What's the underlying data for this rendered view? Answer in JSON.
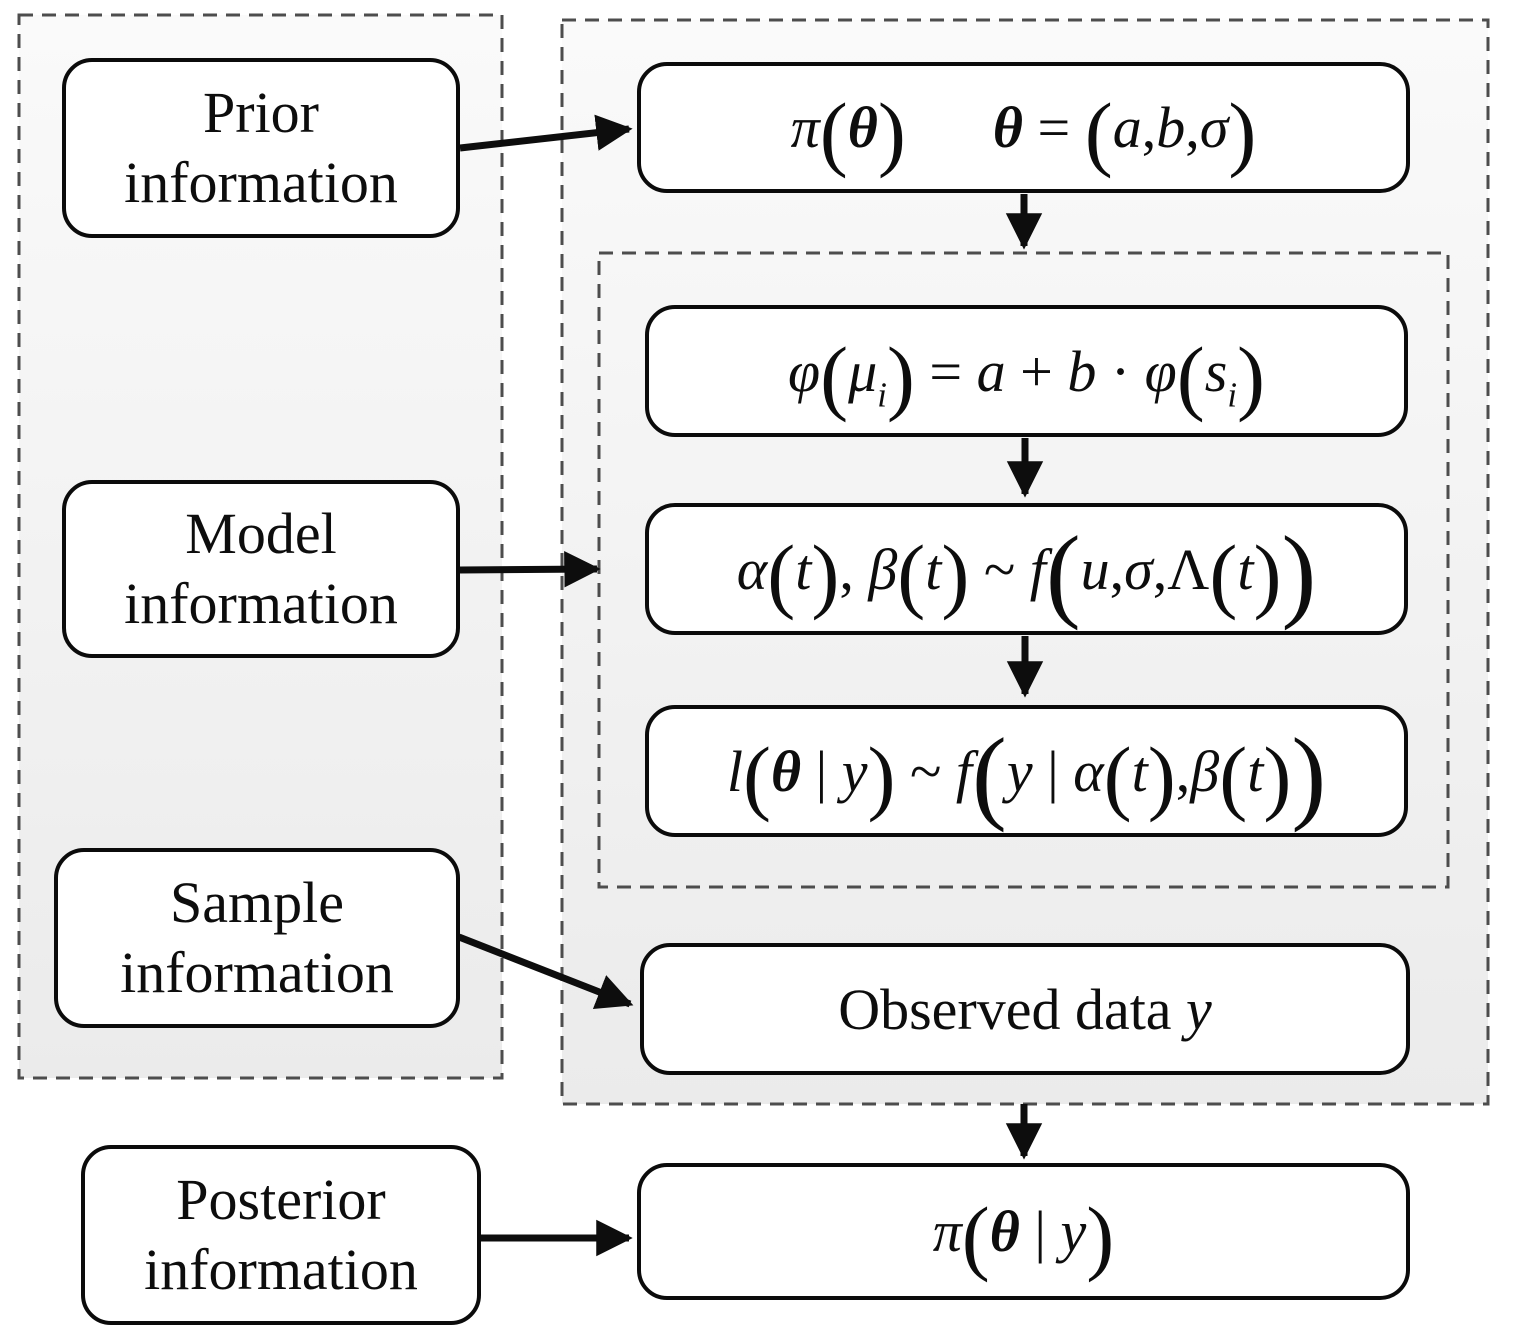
{
  "diagram": {
    "colors": {
      "box-border": "#0b0b0b",
      "dash-border": "#4d4d4d",
      "arrow": "#0d0d0d",
      "text": "#0d0d0d",
      "fill-top": "#fafafa",
      "fill-bottom": "#ebebeb"
    },
    "left_group": {
      "prior_label": "Prior information",
      "model_label": "Model information",
      "sample_label": "Sample information"
    },
    "posterior_label": "Posterior information",
    "right_group": {
      "prior_distribution": [
        {
          "t": "π",
          "s": "i"
        },
        {
          "t": "(",
          "s": "p"
        },
        {
          "t": "θ",
          "s": "bi"
        },
        {
          "t": ")",
          "s": "p"
        },
        {
          "t": "      ",
          "s": "r"
        },
        {
          "t": "θ",
          "s": "bi"
        },
        {
          "t": " = ",
          "s": "r"
        },
        {
          "t": "(",
          "s": "p"
        },
        {
          "t": "a",
          "s": "i"
        },
        {
          "t": ",",
          "s": "r"
        },
        {
          "t": "b",
          "s": "i"
        },
        {
          "t": ",",
          "s": "r"
        },
        {
          "t": "σ",
          "s": "i"
        },
        {
          "t": ")",
          "s": "p"
        }
      ],
      "link_function": [
        {
          "t": "φ",
          "s": "i"
        },
        {
          "t": "(",
          "s": "p"
        },
        {
          "t": "μ",
          "s": "i"
        },
        {
          "t": "i",
          "s": "sub"
        },
        {
          "t": ")",
          "s": "p"
        },
        {
          "t": " = ",
          "s": "r"
        },
        {
          "t": "a",
          "s": "i"
        },
        {
          "t": " + ",
          "s": "r"
        },
        {
          "t": "b",
          "s": "i"
        },
        {
          "t": " · ",
          "s": "r"
        },
        {
          "t": "φ",
          "s": "i"
        },
        {
          "t": "(",
          "s": "p"
        },
        {
          "t": "s",
          "s": "i"
        },
        {
          "t": "i",
          "s": "sub"
        },
        {
          "t": ")",
          "s": "p"
        }
      ],
      "distribution_model": [
        {
          "t": "α",
          "s": "i"
        },
        {
          "t": "(",
          "s": "p"
        },
        {
          "t": "t",
          "s": "i"
        },
        {
          "t": ")",
          "s": "p"
        },
        {
          "t": ", ",
          "s": "r"
        },
        {
          "t": "β",
          "s": "i"
        },
        {
          "t": "(",
          "s": "p"
        },
        {
          "t": "t",
          "s": "i"
        },
        {
          "t": ")",
          "s": "p"
        },
        {
          "t": " ~ ",
          "s": "r"
        },
        {
          "t": "f",
          "s": "i"
        },
        {
          "t": "(",
          "s": "P"
        },
        {
          "t": "u",
          "s": "i"
        },
        {
          "t": ",",
          "s": "r"
        },
        {
          "t": "σ",
          "s": "i"
        },
        {
          "t": ",",
          "s": "r"
        },
        {
          "t": "Λ",
          "s": "r"
        },
        {
          "t": "(",
          "s": "p"
        },
        {
          "t": "t",
          "s": "i"
        },
        {
          "t": ")",
          "s": "p"
        },
        {
          "t": ")",
          "s": "P"
        }
      ],
      "likelihood": [
        {
          "t": "l",
          "s": "i"
        },
        {
          "t": "(",
          "s": "p"
        },
        {
          "t": "θ",
          "s": "bi"
        },
        {
          "t": " | ",
          "s": "r"
        },
        {
          "t": "y",
          "s": "i"
        },
        {
          "t": ")",
          "s": "p"
        },
        {
          "t": " ~ ",
          "s": "r"
        },
        {
          "t": "f",
          "s": "i"
        },
        {
          "t": "(",
          "s": "P"
        },
        {
          "t": "y",
          "s": "i"
        },
        {
          "t": " | ",
          "s": "r"
        },
        {
          "t": "α",
          "s": "i"
        },
        {
          "t": "(",
          "s": "p"
        },
        {
          "t": "t",
          "s": "i"
        },
        {
          "t": ")",
          "s": "p"
        },
        {
          "t": ",",
          "s": "r"
        },
        {
          "t": "β",
          "s": "i"
        },
        {
          "t": "(",
          "s": "p"
        },
        {
          "t": "t",
          "s": "i"
        },
        {
          "t": ")",
          "s": "p"
        },
        {
          "t": ")",
          "s": "P"
        }
      ],
      "observed_data": [
        {
          "t": "Observed data ",
          "s": "r"
        },
        {
          "t": "y",
          "s": "i"
        }
      ],
      "posterior_distribution": [
        {
          "t": "π",
          "s": "i"
        },
        {
          "t": "(",
          "s": "p"
        },
        {
          "t": "θ",
          "s": "bi"
        },
        {
          "t": " | ",
          "s": "r"
        },
        {
          "t": "y",
          "s": "i"
        },
        {
          "t": ")",
          "s": "p"
        }
      ]
    }
  }
}
